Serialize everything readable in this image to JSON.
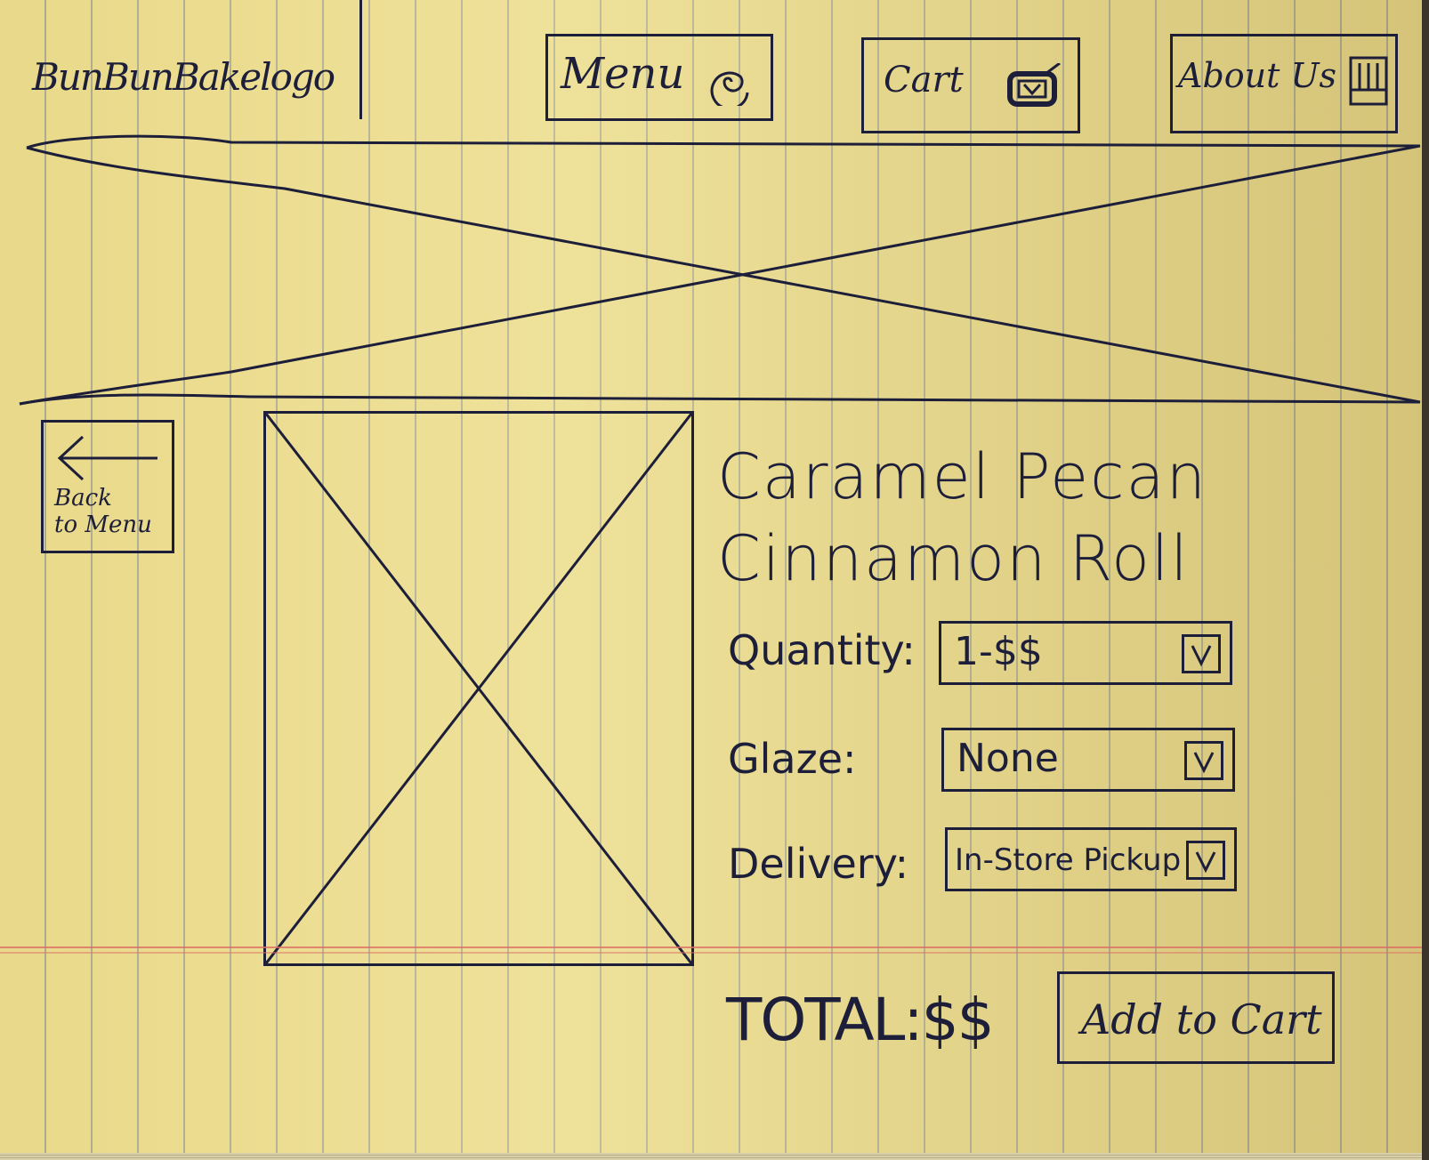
{
  "header": {
    "logo_text": "BunBunBakelogo",
    "nav": {
      "menu_label": "Menu",
      "cart_label": "Cart",
      "about_label": "About Us"
    }
  },
  "back_button": {
    "label": "Back\nto Menu"
  },
  "product": {
    "title": "Caramel Pecan\nCinnamon Roll"
  },
  "options": {
    "quantity": {
      "label": "Quantity:",
      "value": "1-$$"
    },
    "glaze": {
      "label": "Glaze:",
      "value": "None"
    },
    "delivery": {
      "label": "Delivery:",
      "value": "In-Store Pickup"
    }
  },
  "total": {
    "text": "TOTAL:$$"
  },
  "add_to_cart": {
    "label": "Add to Cart"
  },
  "colors": {
    "paper": "#e9d98a",
    "ink": "#1d1f3a",
    "margin_line": "#dc6e64"
  },
  "icons": [
    "swirl-icon",
    "cart-icon",
    "grid-icon",
    "back-arrow-icon",
    "chevron-down-icon"
  ]
}
